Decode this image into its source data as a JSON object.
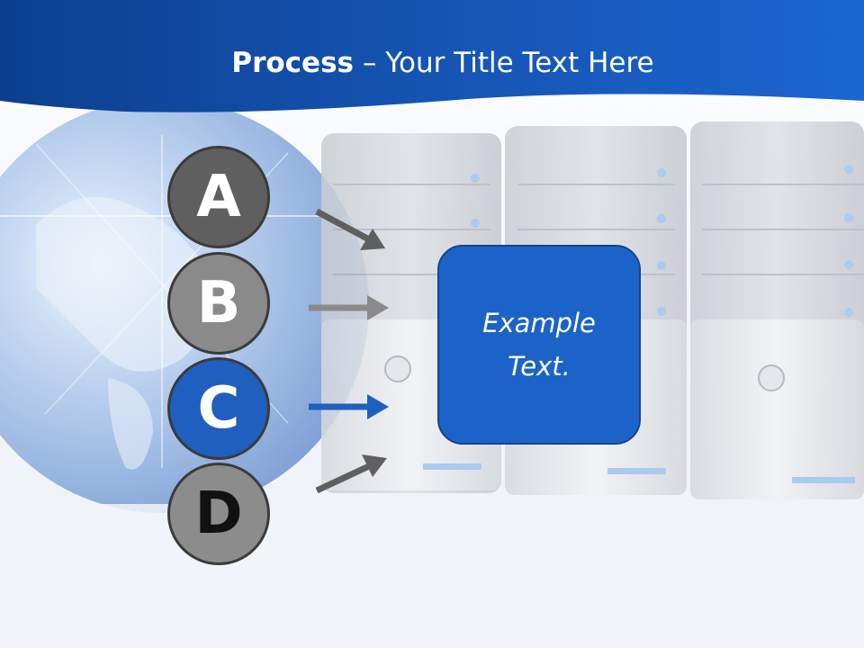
{
  "slide": {
    "title_bold": "Process",
    "title_rest": " – Your Title Text Here",
    "steps": [
      {
        "label": "A"
      },
      {
        "label": "B"
      },
      {
        "label": "C"
      },
      {
        "label": "D"
      }
    ],
    "box_text": "Example Text."
  },
  "colors": {
    "header_blue": "#1a5fc2",
    "box_blue": "#1c63c9",
    "step_a": "#5f5f5f",
    "step_b": "#8a8a8a",
    "step_c": "#1f5fbf",
    "step_d": "#8c8c8c"
  }
}
